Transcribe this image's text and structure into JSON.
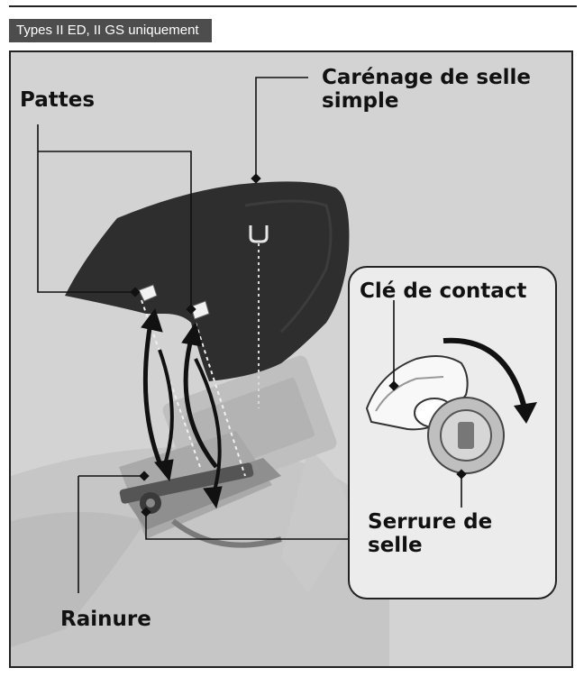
{
  "header": {
    "banner": "Types II ED, II GS uniquement"
  },
  "figure": {
    "labels": {
      "tabs": "Pattes",
      "single_seat_cowl_line1": "Carénage de selle",
      "single_seat_cowl_line2": "simple",
      "ignition_key": "Clé de contact",
      "seat_lock_line1": "Serrure de",
      "seat_lock_line2": "selle",
      "groove": "Rainure"
    },
    "colors": {
      "background": "#d3d3d3",
      "cowl": "#2e2e2e",
      "inset": "#ececec",
      "banner": "#4d4d4d"
    }
  }
}
